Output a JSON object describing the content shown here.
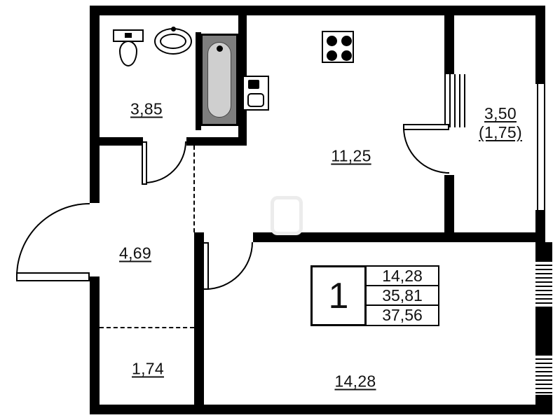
{
  "colors": {
    "wall": "#000000",
    "background": "#ffffff",
    "bathtub_fill": "#7e7e7e"
  },
  "rooms": {
    "bathroom_area": "3,85",
    "kitchen_area": "11,25",
    "balcony_area": "3,50",
    "balcony_area_note": "(1,75)",
    "hallway_area": "4,69",
    "wardrobe_area": "1,74",
    "living_room_area": "14,28"
  },
  "legend": {
    "room_count": "1",
    "values": [
      "14,28",
      "35,81",
      "37,56"
    ]
  },
  "fixtures": {
    "toilet": "toilet-icon",
    "washbasin": "washbasin-icon",
    "bathtub": "bathtub-icon",
    "kitchen_sink": "sink-icon",
    "stove": "stove-icon"
  }
}
